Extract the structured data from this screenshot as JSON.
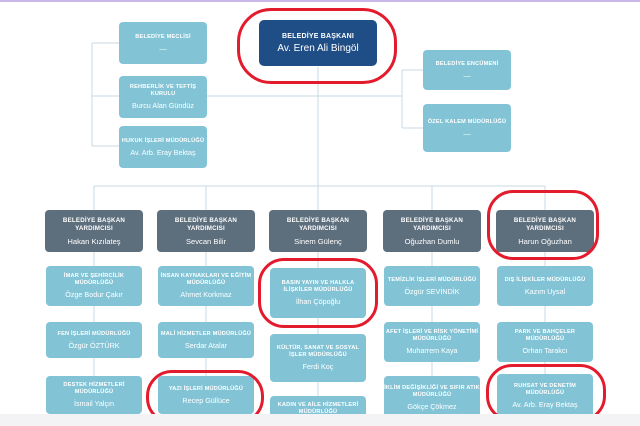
{
  "top": {
    "mayor": {
      "title": "BELEDİYE BAŞKANI",
      "name": "Av. Eren Ali Bingöl"
    },
    "left": [
      {
        "title": "BELEDİYE MECLİSİ",
        "name": "—"
      },
      {
        "title": "REHBERLİK VE TEFTİŞ KURULU",
        "name": "Burcu Alan Gündüz"
      },
      {
        "title": "HUKUK İŞLERİ MÜDÜRLÜĞÜ",
        "name": "Av. Arb. Eray Bektaş"
      }
    ],
    "right": [
      {
        "title": "BELEDİYE ENCÜMENİ",
        "name": "—"
      },
      {
        "title": "ÖZEL KALEM MÜDÜRLÜĞÜ",
        "name": "—"
      }
    ]
  },
  "columns": [
    {
      "head": {
        "title": "BELEDİYE BAŞKAN YARDIMCISI",
        "name": "Hakan Kızılateş"
      },
      "units": [
        {
          "title": "İMAR VE ŞEHİRCİLİK MÜDÜRLÜĞÜ",
          "name": "Özge Bodur Çakır"
        },
        {
          "title": "FEN İŞLERİ MÜDÜRLÜĞÜ",
          "name": "Özgür ÖZTÜRK"
        },
        {
          "title": "DESTEK HİZMETLERİ MÜDÜRLÜĞÜ",
          "name": "İsmail Yalçın"
        }
      ]
    },
    {
      "head": {
        "title": "BELEDİYE BAŞKAN YARDIMCISI",
        "name": "Sevcan Bilir"
      },
      "units": [
        {
          "title": "İNSAN KAYNAKLARI VE EĞİTİM MÜDÜRLÜĞÜ",
          "name": "Ahmet Korkmaz"
        },
        {
          "title": "MALİ HİZMETLER MÜDÜRLÜĞÜ",
          "name": "Serdar Atalar"
        },
        {
          "title": "YAZI İŞLERİ MÜDÜRLÜĞÜ",
          "name": "Recep Güllüce"
        }
      ]
    },
    {
      "head": {
        "title": "BELEDİYE BAŞKAN YARDIMCISI",
        "name": "Sinem Gülenç"
      },
      "units": [
        {
          "title": "BASIN YAYIN VE HALKLA İLİŞKİLER MÜDÜRLÜĞÜ",
          "name": "İlhan Çöpoğlu"
        },
        {
          "title": "KÜLTÜR, SANAT VE SOSYAL İŞLER MÜDÜRLÜĞÜ",
          "name": "Ferdi Koç"
        },
        {
          "title": "KADIN VE AİLE HİZMETLERİ MÜDÜRLÜĞÜ",
          "name": ""
        }
      ]
    },
    {
      "head": {
        "title": "BELEDİYE BAŞKAN YARDIMCISI",
        "name": "Oğuzhan Dumlu"
      },
      "units": [
        {
          "title": "TEMİZLİK İŞLERİ MÜDÜRLÜĞÜ",
          "name": "Özgür SEVİNDİK"
        },
        {
          "title": "AFET İŞLERİ VE RİSK YÖNETİMİ MÜDÜRLÜĞÜ",
          "name": "Muharrem Kaya"
        },
        {
          "title": "İKLİM DEĞİŞİKLİĞİ VE SIFIR ATIK MÜDÜRLÜĞÜ",
          "name": "Gökçe Çökmez"
        }
      ]
    },
    {
      "head": {
        "title": "BELEDİYE BAŞKAN YARDIMCISI",
        "name": "Harun Oğuzhan"
      },
      "units": [
        {
          "title": "DIŞ İLİŞKİLER MÜDÜRLÜĞÜ",
          "name": "Kazım Uysal"
        },
        {
          "title": "PARK VE BAHÇELER MÜDÜRLÜĞÜ",
          "name": "Orhan Tarakcı"
        },
        {
          "title": "RUHSAT VE DENETİM MÜDÜRLÜĞÜ",
          "name": "Av. Arb. Eray Bektaş"
        }
      ]
    }
  ],
  "colors": {
    "light": "#82c4d6",
    "dark": "#5d6e7c",
    "navy": "#1f4e87",
    "line": "#c9d9e3",
    "highlight": "#e31b2c"
  }
}
